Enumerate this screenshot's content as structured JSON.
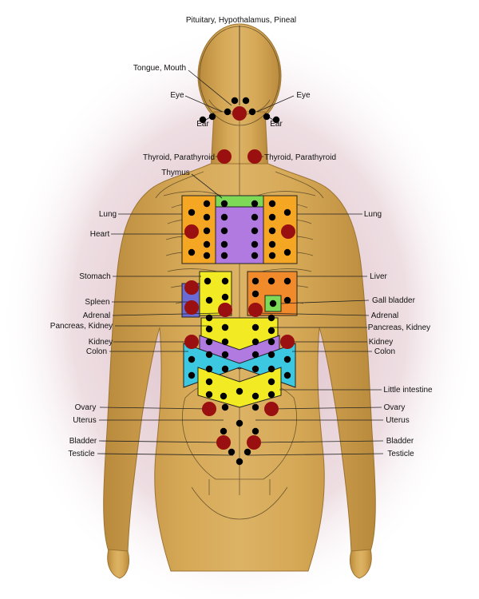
{
  "labels": {
    "pituitary": "Pituitary, Hypothalamus, Pineal",
    "tongue": "Tongue, Mouth",
    "eye_left": "Eye",
    "eye_right": "Eye",
    "ear_left": "Ear",
    "ear_right": "Ear",
    "thyroid_left": "Thyroid, Parathyroid",
    "thyroid_right": "Thyroid, Parathyroid",
    "thymus": "Thymus",
    "lung_left": "Lung",
    "lung_right": "Lung",
    "heart": "Heart",
    "stomach": "Stomach",
    "liver": "Liver",
    "spleen": "Spleen",
    "gall_bladder": "Gall bladder",
    "adrenal_left": "Adrenal",
    "adrenal_right": "Adrenal",
    "pancreas_left": "Pancreas, Kidney",
    "pancreas_right": "Pancreas, Kidney",
    "kidney_left": "Kidney",
    "kidney_right": "Kidney",
    "colon_left": "Colon",
    "colon_right": "Colon",
    "little_intestine": "Little intestine",
    "ovary_left": "Ovary",
    "ovary_right": "Ovary",
    "uterus_left": "Uterus",
    "uterus_right": "Uterus",
    "bladder_left": "Bladder",
    "bladder_right": "Bladder",
    "testicle_left": "Testicle",
    "testicle_right": "Testicle"
  },
  "colors": {
    "skin": "#d4a553",
    "skin_dark": "#b98a3c",
    "shadow": "#c9a4b0",
    "zone_orange": "#f5a623",
    "zone_purple": "#b07ae0",
    "zone_green": "#7ed957",
    "zone_yellow": "#f2ea22",
    "zone_cyan": "#3cc8e0",
    "zone_blue": "#6b6bd6",
    "zone_orange_liver": "#f08a2a",
    "point_major": "#9a0f0f",
    "point_minor": "#000000"
  }
}
